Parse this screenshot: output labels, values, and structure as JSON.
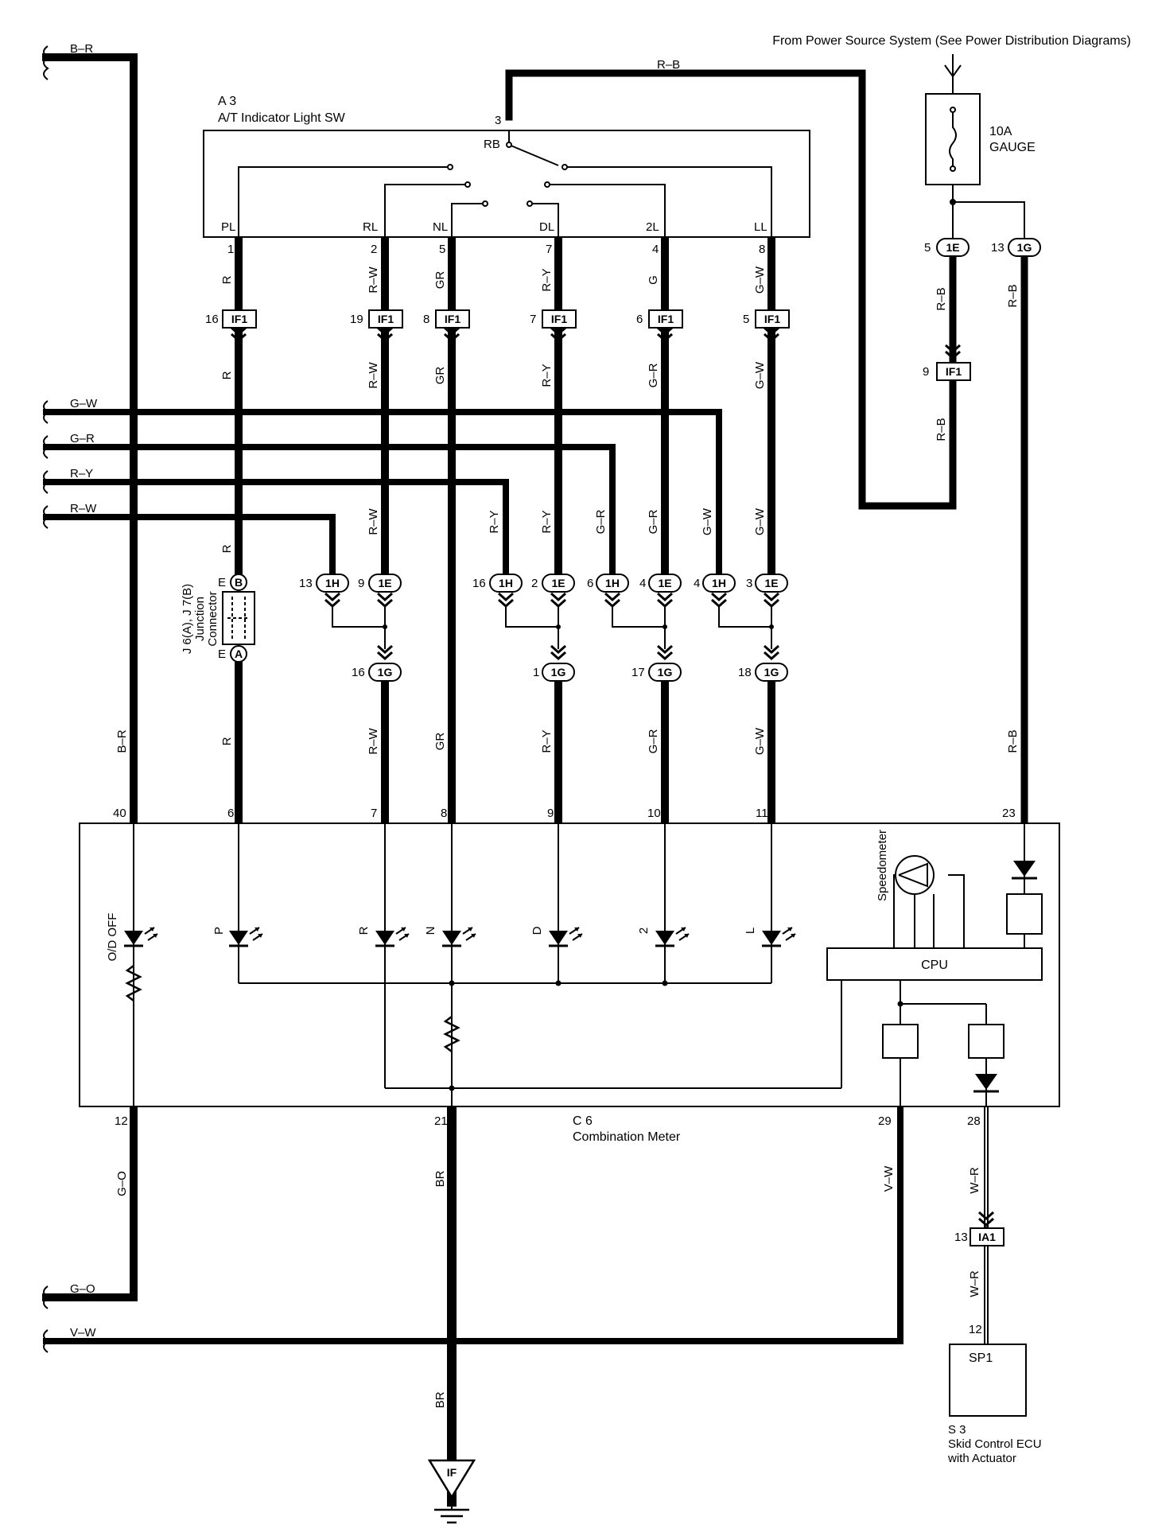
{
  "header": {
    "power_source": "From Power Source System (See Power Distribution Diagrams)"
  },
  "fuse": {
    "rating": "10A",
    "name": "GAUGE"
  },
  "switch": {
    "code": "A 3",
    "name": "A/T Indicator Light SW",
    "common_pin": "3",
    "common_label": "RB",
    "positions": [
      "PL",
      "RL",
      "NL",
      "DL",
      "2L",
      "LL"
    ],
    "pins": [
      "1",
      "2",
      "5",
      "7",
      "4",
      "8"
    ]
  },
  "wire_colors": {
    "B-R": "B–R",
    "R-B": "R–B",
    "R": "R",
    "R-W": "R–W",
    "GR": "GR",
    "R-Y": "R–Y",
    "G": "G",
    "G-W": "G–W",
    "G-R": "G–R",
    "G-O": "G–O",
    "V-W": "V–W",
    "BR": "BR",
    "W-R": "W–R"
  },
  "connectors": {
    "IF1": "IF1",
    "IE": "1E",
    "IG": "1G",
    "IH": "1H",
    "IA1": "IA1",
    "IF": "IF",
    "A": "A",
    "B": "B",
    "E": "E"
  },
  "if1_pins": [
    "16",
    "19",
    "8",
    "7",
    "6",
    "5"
  ],
  "if1_power_pin": "9",
  "power_pins": {
    "ie": "5",
    "ig": "13"
  },
  "ie_pins": [
    "9",
    "2",
    "4",
    "3"
  ],
  "ih_pins": [
    "13",
    "16",
    "6",
    "4"
  ],
  "ig_pins": [
    "16",
    "1",
    "17",
    "18"
  ],
  "junction": {
    "code": "J 6(A), J 7(B)",
    "line1": "Junction",
    "line2": "Connector"
  },
  "meter": {
    "code": "C 6",
    "name": "Combination Meter",
    "top_pins": [
      "40",
      "6",
      "7",
      "8",
      "9",
      "10",
      "11",
      "23"
    ],
    "bottom_pins": [
      "12",
      "21",
      "29",
      "28"
    ],
    "indicators": [
      "O/D OFF",
      "P",
      "R",
      "N",
      "D",
      "2",
      "L"
    ],
    "cpu": "CPU",
    "speedometer": "Speedometer"
  },
  "ecu": {
    "code": "S 3",
    "line1": "Skid Control ECU",
    "line2": "with Actuator",
    "connector": "SP1",
    "pin_in": "13",
    "pin_out": "12"
  }
}
